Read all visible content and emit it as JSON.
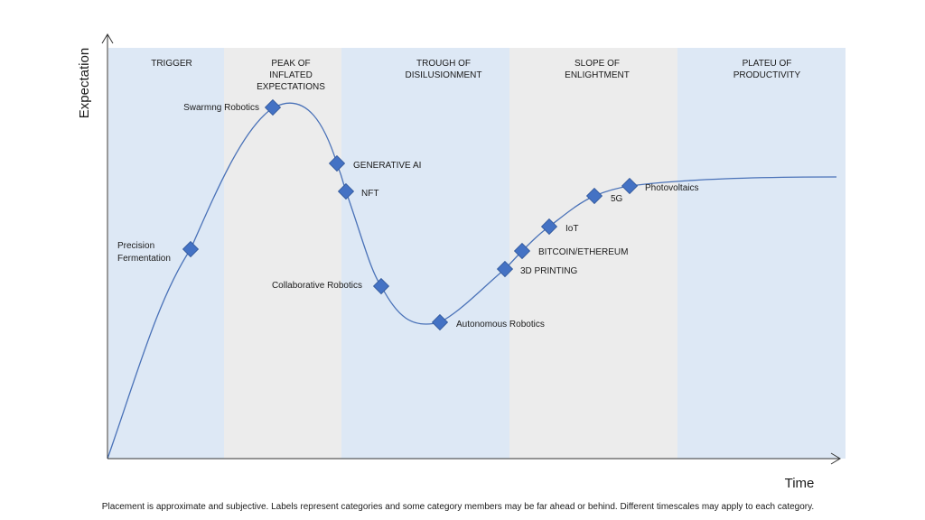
{
  "axes": {
    "y_label": "Expectation",
    "x_label": "Time"
  },
  "phases": [
    {
      "id": "trigger",
      "lines": [
        "TRIGGER"
      ],
      "color": "#dde8f5"
    },
    {
      "id": "peak",
      "lines": [
        "PEAK OF",
        "INFLATED",
        "EXPECTATIONS"
      ],
      "color": "#ececec"
    },
    {
      "id": "trough",
      "lines": [
        "TROUGH OF",
        "DISILUSIONMENT"
      ],
      "color": "#dde8f5"
    },
    {
      "id": "slope",
      "lines": [
        "SLOPE OF",
        "ENLIGHTMENT"
      ],
      "color": "#ececec"
    },
    {
      "id": "plateau",
      "lines": [
        "PLATEU OF",
        "PRODUCTIVITY"
      ],
      "color": "#dde8f5"
    }
  ],
  "technologies": [
    {
      "id": "precision-fermentation",
      "label_lines": [
        "Precision",
        "Fermentation"
      ]
    },
    {
      "id": "swarmng-robotics",
      "label_lines": [
        "Swarmng Robotics"
      ]
    },
    {
      "id": "generative-ai",
      "label_lines": [
        "GENERATIVE AI"
      ]
    },
    {
      "id": "nft",
      "label_lines": [
        "NFT"
      ]
    },
    {
      "id": "collaborative-robotics",
      "label_lines": [
        "Collaborative Robotics"
      ]
    },
    {
      "id": "autonomous-robotics",
      "label_lines": [
        "Autonomous Robotics"
      ]
    },
    {
      "id": "3d-printing",
      "label_lines": [
        "3D PRINTING"
      ]
    },
    {
      "id": "bitcoin-ethereum",
      "label_lines": [
        "BITCOIN/ETHEREUM"
      ]
    },
    {
      "id": "iot",
      "label_lines": [
        "IoT"
      ]
    },
    {
      "id": "5g",
      "label_lines": [
        "5G"
      ]
    },
    {
      "id": "photovoltaics",
      "label_lines": [
        "Photovoltaics"
      ]
    }
  ],
  "colors": {
    "curve": "#4a72b8",
    "marker": "#4472c4",
    "marker_stroke": "#2f5597",
    "axis": "#333333",
    "text": "#1a1a1a"
  },
  "footnote": "Placement is approximate and subjective. Labels represent categories and some category members may be far ahead or behind. Different timescales may apply to each category."
}
